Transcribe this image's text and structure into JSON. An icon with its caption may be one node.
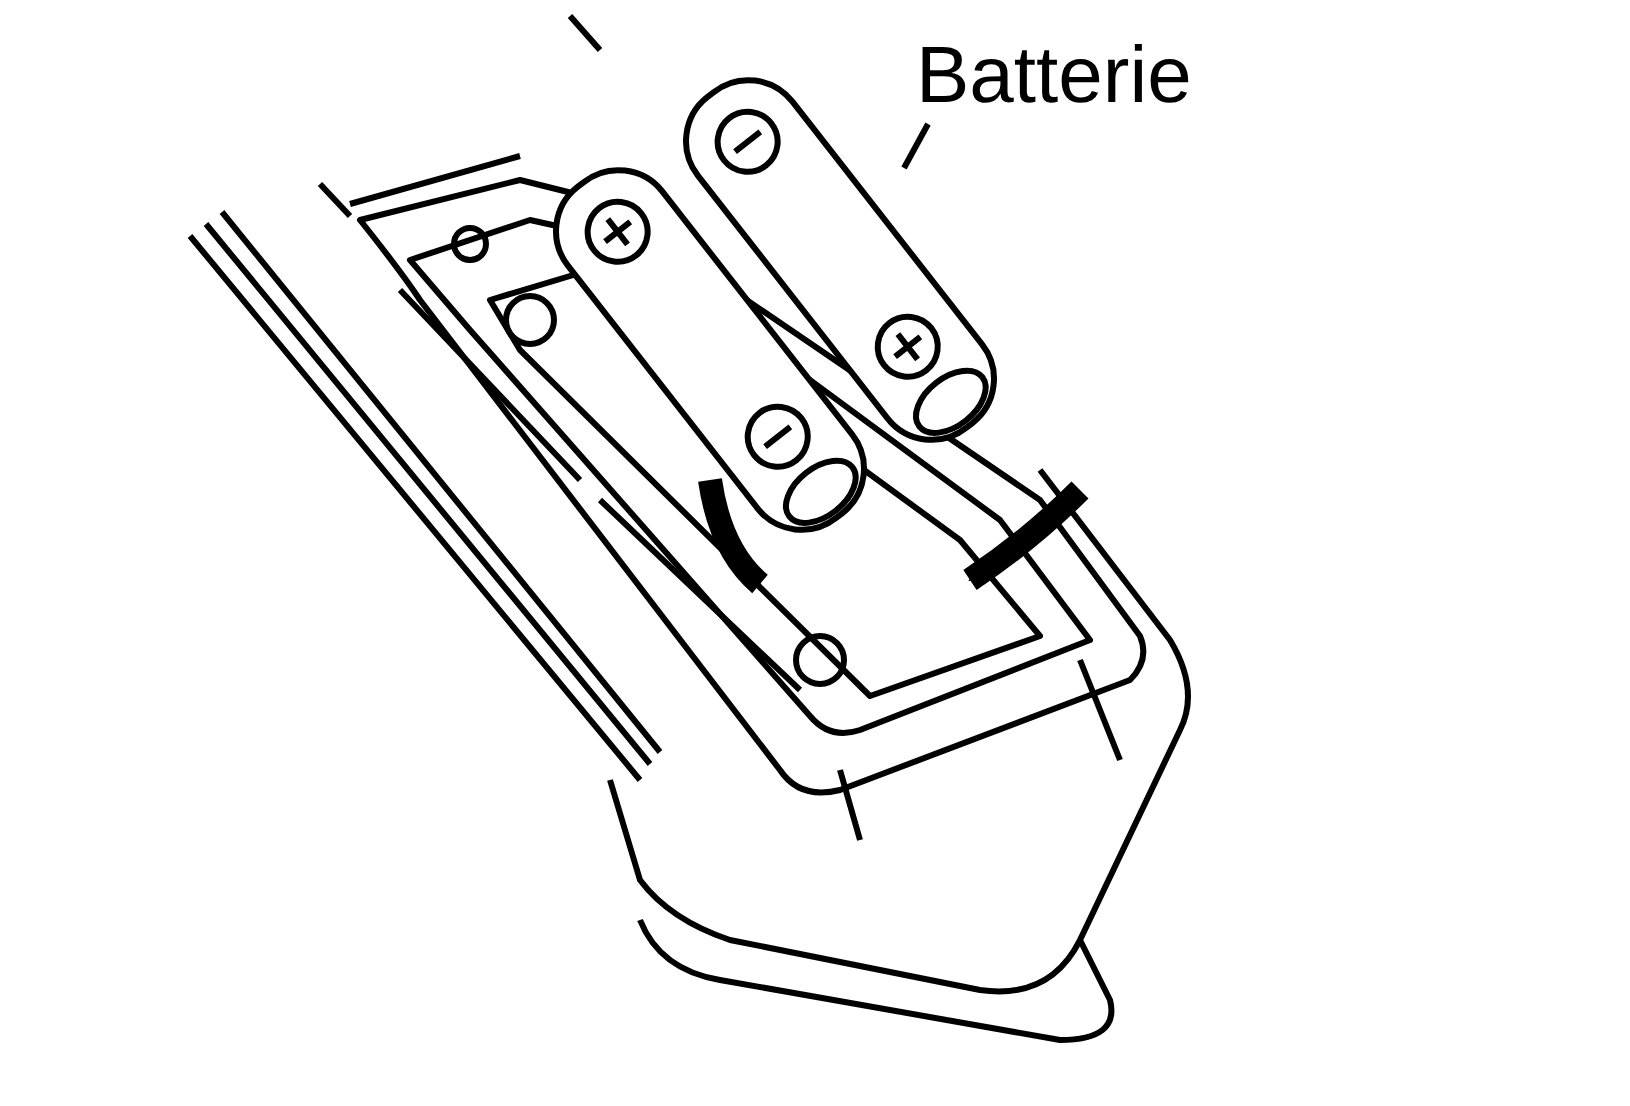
{
  "diagram": {
    "nodes": [
      {
        "text": [
          "Batterie"
        ]
      },
      {
        "text": [],
        "shape": "picture"
      }
    ],
    "edges": [
      {
        "from": 0,
        "to": 1,
        "arrow": "none"
      }
    ]
  }
}
